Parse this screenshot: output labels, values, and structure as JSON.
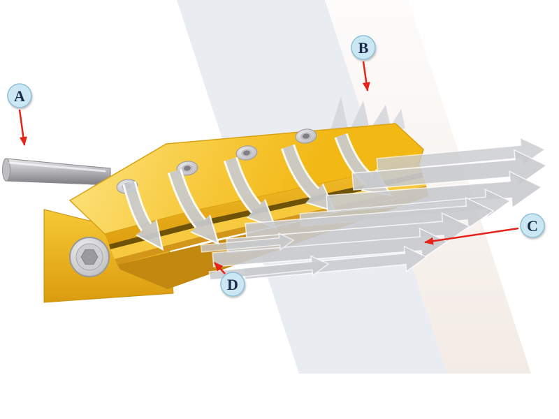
{
  "diagram": {
    "callouts": [
      {
        "id": "a",
        "text": "A"
      },
      {
        "id": "b",
        "text": "B"
      },
      {
        "id": "c",
        "text": "C"
      },
      {
        "id": "d",
        "text": "D"
      }
    ],
    "colors": {
      "callout_fill": "#CBE7F3",
      "callout_border": "#8FBFD6",
      "callout_text": "#1B2B4A",
      "pointer_red": "#E5231B",
      "body_yellow": "#F4BC1A",
      "body_yellow_light": "#FCE27B",
      "body_yellow_dark": "#D99B10",
      "airflow_gray": "#C9CBCF",
      "pipe_gray": "#A8A8AC",
      "band_cool": "#E9EDF2",
      "band_warm": "#F3EBE5"
    }
  }
}
